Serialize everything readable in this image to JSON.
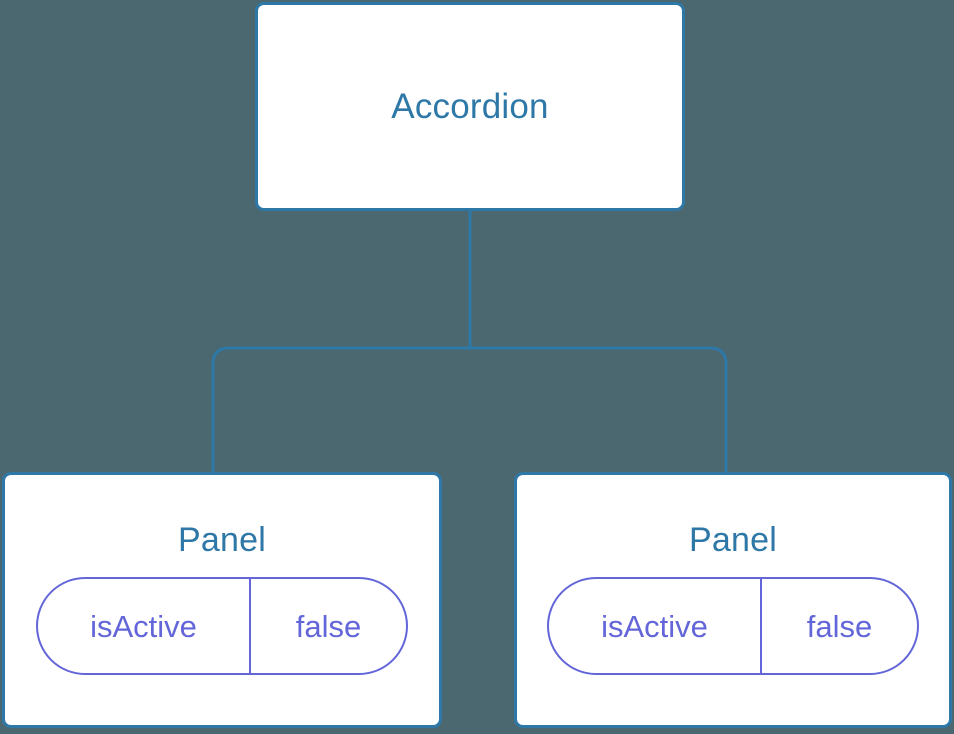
{
  "diagram": {
    "type": "component-tree",
    "background_color": "#4b6770",
    "node_border_color": "#2e78a8",
    "node_title_color": "#2e78a8",
    "node_background_color": "#ffffff",
    "connector_color": "#2e78a8",
    "prop_badge_color": "#6366d8",
    "root": {
      "label": "Accordion"
    },
    "children": [
      {
        "label": "Panel",
        "props": [
          {
            "key": "isActive",
            "value": "false"
          }
        ]
      },
      {
        "label": "Panel",
        "props": [
          {
            "key": "isActive",
            "value": "false"
          }
        ]
      }
    ]
  }
}
